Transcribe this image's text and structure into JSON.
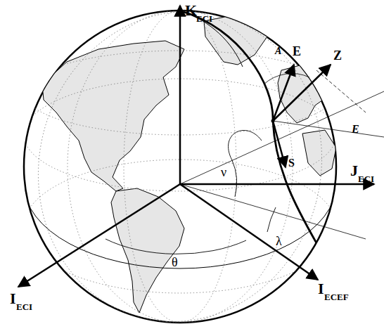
{
  "diagram": {
    "labels": [
      "K",
      "ECI",
      "J",
      "ECI",
      "I",
      "ECI",
      "I",
      "ECEF",
      "E",
      "Z",
      "S",
      "A",
      "E",
      "ν",
      "λ",
      "θ"
    ]
  }
}
